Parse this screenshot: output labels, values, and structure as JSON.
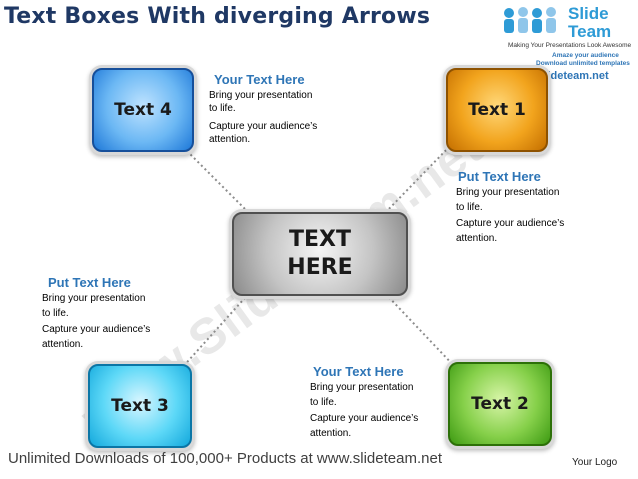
{
  "title": "Text  Boxes With diverging Arrows",
  "logo": {
    "line1": "Slide",
    "line2": "Team",
    "tagline": "Making Your Presentations Look Awesome",
    "tagline2": "Amaze your audience",
    "tagline3": "Download unlimited templates",
    "url": "www.slideteam.net"
  },
  "center_box": {
    "line1": "TEXT",
    "line2": "HERE"
  },
  "boxes": {
    "text1": "Text 1",
    "text2": "Text 2",
    "text3": "Text 3",
    "text4": "Text 4"
  },
  "notes": {
    "top": {
      "title": "Your Text Here",
      "lines": [
        "Bring your presentation",
        "to life.",
        "Capture your audience’s",
        "attention."
      ]
    },
    "right": {
      "title": "Put Text Here",
      "lines": [
        "Bring your presentation",
        "to life.",
        "Capture your audience’s",
        "attention."
      ]
    },
    "left": {
      "title": "Put Text Here",
      "lines": [
        "Bring your presentation",
        "to life.",
        "Capture your audience’s",
        "attention."
      ]
    },
    "bottom": {
      "title": "Your Text Here",
      "lines": [
        "Bring your presentation",
        "to life.",
        "Capture your audience’s",
        "attention."
      ]
    }
  },
  "watermark": "www.SlideTeam.net",
  "footer": "Unlimited Downloads of 100,000+ Products at www.slideteam.net",
  "your_logo": "Your Logo",
  "colors": {
    "title": "#1f3864",
    "note_title": "#2e75b6",
    "text4_box": "#4aa6f0",
    "text1_box": "#f2a41d",
    "text3_box": "#35c4ef",
    "text2_box": "#6fc03a",
    "center_box": "#b0b0b0"
  }
}
